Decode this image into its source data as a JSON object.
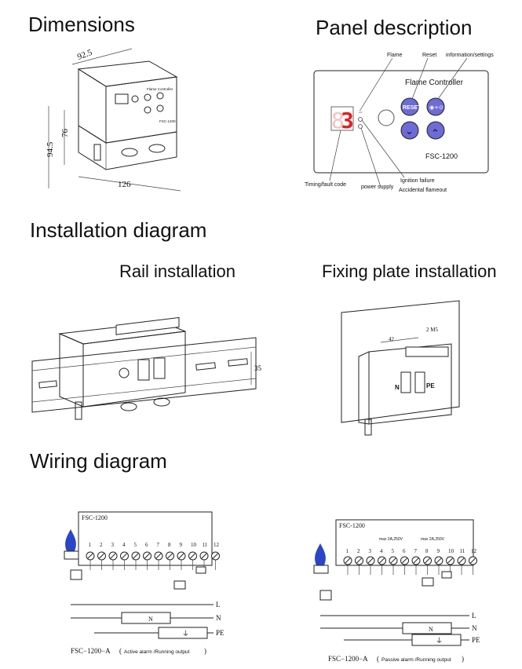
{
  "titles": {
    "dimensions": "Dimensions",
    "panel_description": "Panel description",
    "installation_diagram": "Installation diagram",
    "rail_installation": "Rail installation",
    "fixing_plate_installation": "Fixing plate installation",
    "wiring_diagram": "Wiring diagram"
  },
  "dimensions": {
    "width": "126",
    "depth": "92.5",
    "height_total": "94.5",
    "height_body": "76",
    "front_label": "Flame Controller",
    "model": "FSC-1200"
  },
  "panel": {
    "callout_flame": "Flame",
    "callout_reset": "Reset",
    "callout_info": "information/settings",
    "brand_text": "Flame  Controller",
    "model_text": "FSC-1200",
    "reset_button": "RESET",
    "info_button": "◉+⊙",
    "digit": "3",
    "callout_timing": "Timing/fault code",
    "callout_power": "power supply",
    "callout_ignition": "Ignition failure",
    "callout_flameout": "Accidental flameout"
  },
  "rail": {
    "rail_height": "35"
  },
  "plate": {
    "spacing": "42",
    "screws": "2 M5",
    "label_n": "N",
    "label_pe": "PE"
  },
  "wiring_left": {
    "box_label": "FSC-1200",
    "terminals": [
      "1",
      "2",
      "3",
      "4",
      "5",
      "6",
      "7",
      "8",
      "9",
      "10",
      "11",
      "12"
    ],
    "bus_n": "N",
    "line_l": "L",
    "line_n": "N",
    "line_pe": "PE",
    "caption_model": "FSC−1200−A",
    "caption_open": "(",
    "caption_note": "Active alarm /Running output",
    "caption_close": ")"
  },
  "wiring_right": {
    "box_label": "FSC-1200",
    "max_1": "max 2A,250V",
    "max_2": "max 2A,250V",
    "terminals": [
      "1",
      "2",
      "3",
      "4",
      "5",
      "6",
      "7",
      "8",
      "9",
      "10",
      "11",
      "12"
    ],
    "bus_n": "N",
    "line_l": "L",
    "line_n": "N",
    "line_pe": "PE",
    "caption_model": "FSC−1200−A",
    "caption_open": "(",
    "caption_note": "Passive alarm /Running output",
    "caption_close": ")"
  },
  "colors": {
    "segment_red": "#e02020",
    "button_purple": "#6d6bd6",
    "flame_blue": "#2b45c8"
  }
}
